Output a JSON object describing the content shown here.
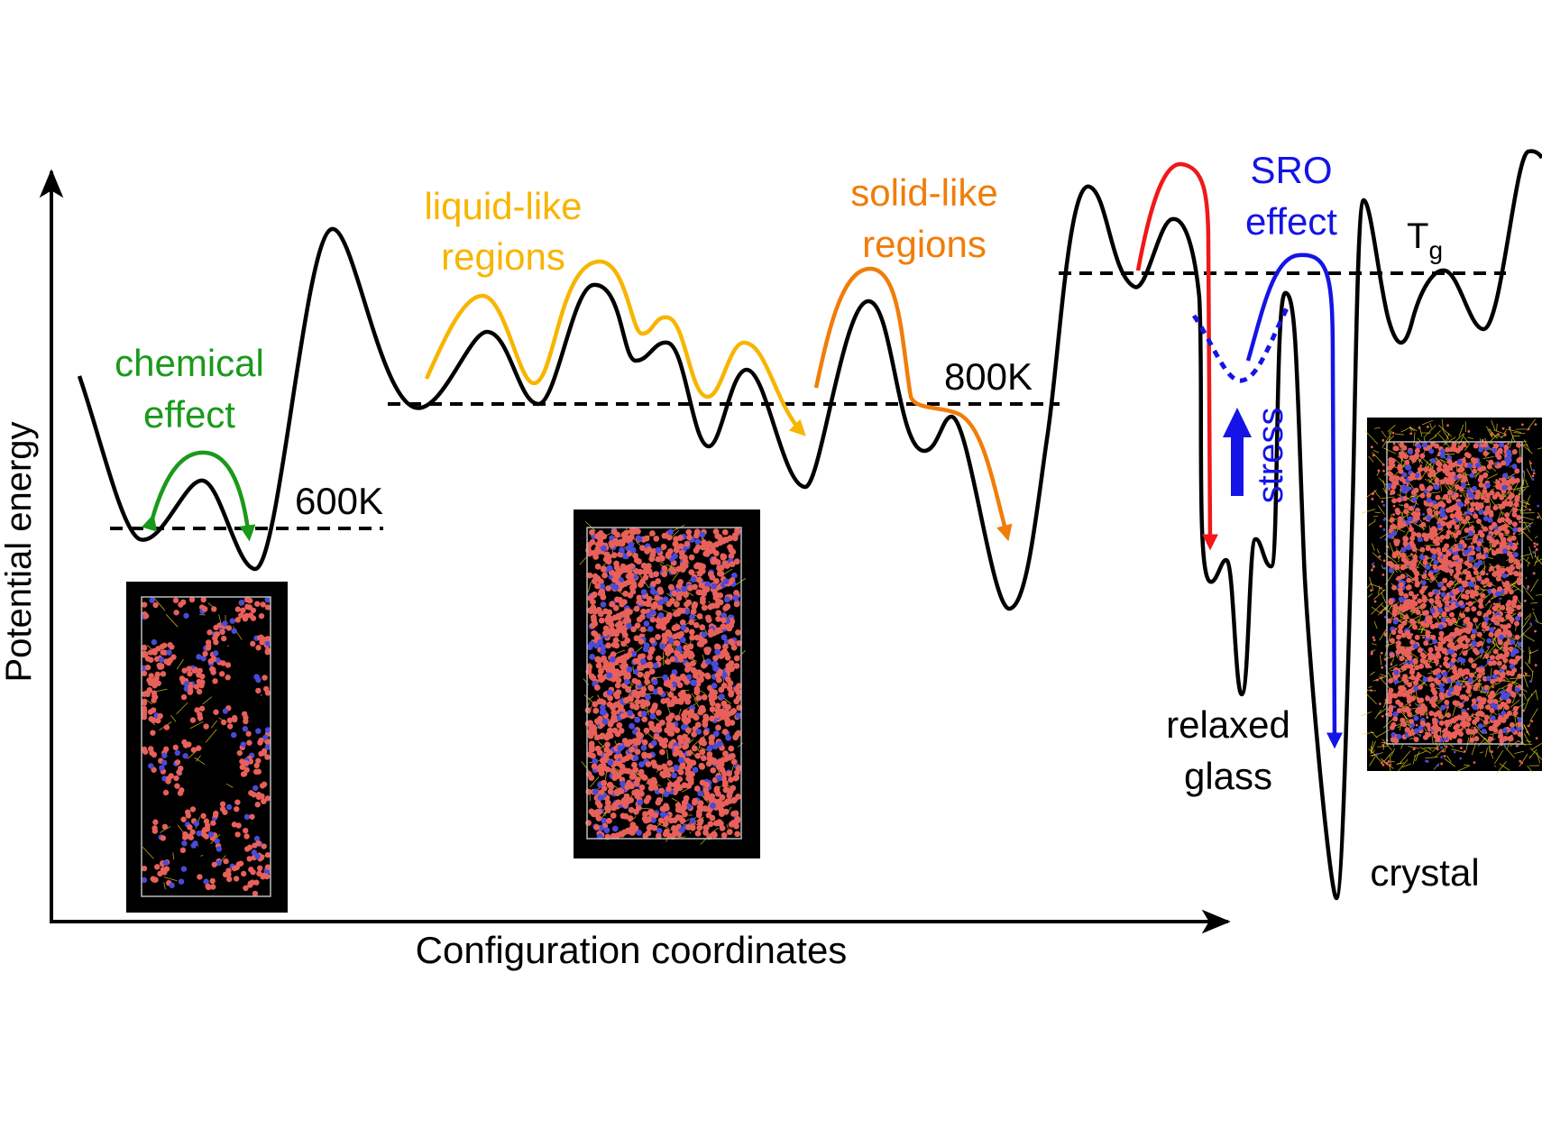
{
  "axes": {
    "y_label": "Potential energy",
    "x_label": "Configuration coordinates"
  },
  "temperatures": {
    "t600": "600K",
    "t800": "800K",
    "tg_main": "T",
    "tg_sub": "g"
  },
  "annotations": {
    "chemical_line1": "chemical",
    "chemical_line2": "effect",
    "liquid_line1": "liquid-like",
    "liquid_line2": "regions",
    "solid_line1": "solid-like",
    "solid_line2": "regions",
    "sro_line1": "SRO",
    "sro_line2": "effect",
    "stress": "stress",
    "relaxed_line1": "relaxed",
    "relaxed_line2": "glass",
    "crystal": "crystal"
  },
  "colors": {
    "landscape": "#000000",
    "chemical": "#1a9a1a",
    "liquid": "#f7b500",
    "solid": "#f07d0a",
    "relaxation": "#f01818",
    "sro": "#1414e6",
    "atom_primary": "#e8605a",
    "atom_secondary": "#4a4ad8",
    "bond": "#e6d21e"
  }
}
